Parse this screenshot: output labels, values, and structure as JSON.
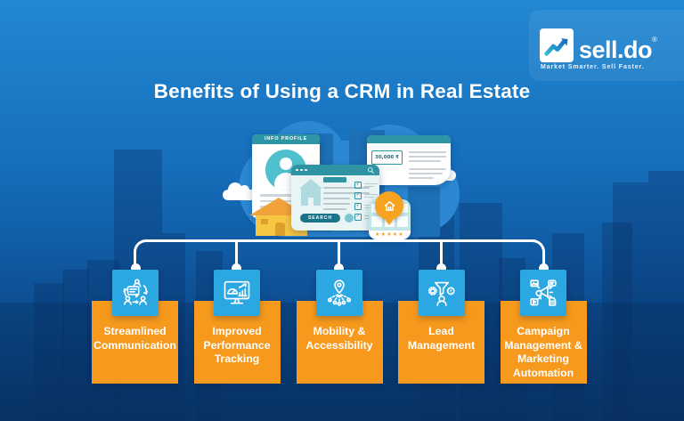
{
  "logo": {
    "brand": "sell.do",
    "registered": "®",
    "tagline": "Market Smarter. Sell Faster.",
    "icon": "growth-arrow-icon"
  },
  "title": "Benefits of Using a CRM in Real Estate",
  "illustration": {
    "profile_card": {
      "header": "INFO PROFILE",
      "icon": "avatar-icon"
    },
    "search_window": {
      "button_label": "SEARCH",
      "icons": [
        "window-dots-icon",
        "magnifier-icon",
        "house-icon",
        "checkbox-icon"
      ]
    },
    "price_card": {
      "price": "30,000 ₹"
    },
    "map_card": {
      "icon": "house-pin-icon",
      "stars": "★★★★★"
    }
  },
  "benefits": [
    {
      "icon": "communication-icon",
      "label": "Streamlined\nCommunication"
    },
    {
      "icon": "performance-monitor-icon",
      "label": "Improved\nPerformance\nTracking"
    },
    {
      "icon": "location-pins-icon",
      "label": "Mobility &\nAccessibility"
    },
    {
      "icon": "lead-funnel-icon",
      "label": "Lead\nManagement"
    },
    {
      "icon": "megaphone-network-icon",
      "label": "Campaign\nManagement &\nMarketing\nAutomation"
    }
  ],
  "colors": {
    "background_top": "#2288D4",
    "background_bottom": "#093566",
    "accent_orange": "#F6991C",
    "icon_square_blue": "#2BA7E1",
    "teal": "#2D95A3",
    "teal_dark": "#1B7488",
    "teal_light": "#C2E5E7",
    "white": "#FFFFFF"
  }
}
